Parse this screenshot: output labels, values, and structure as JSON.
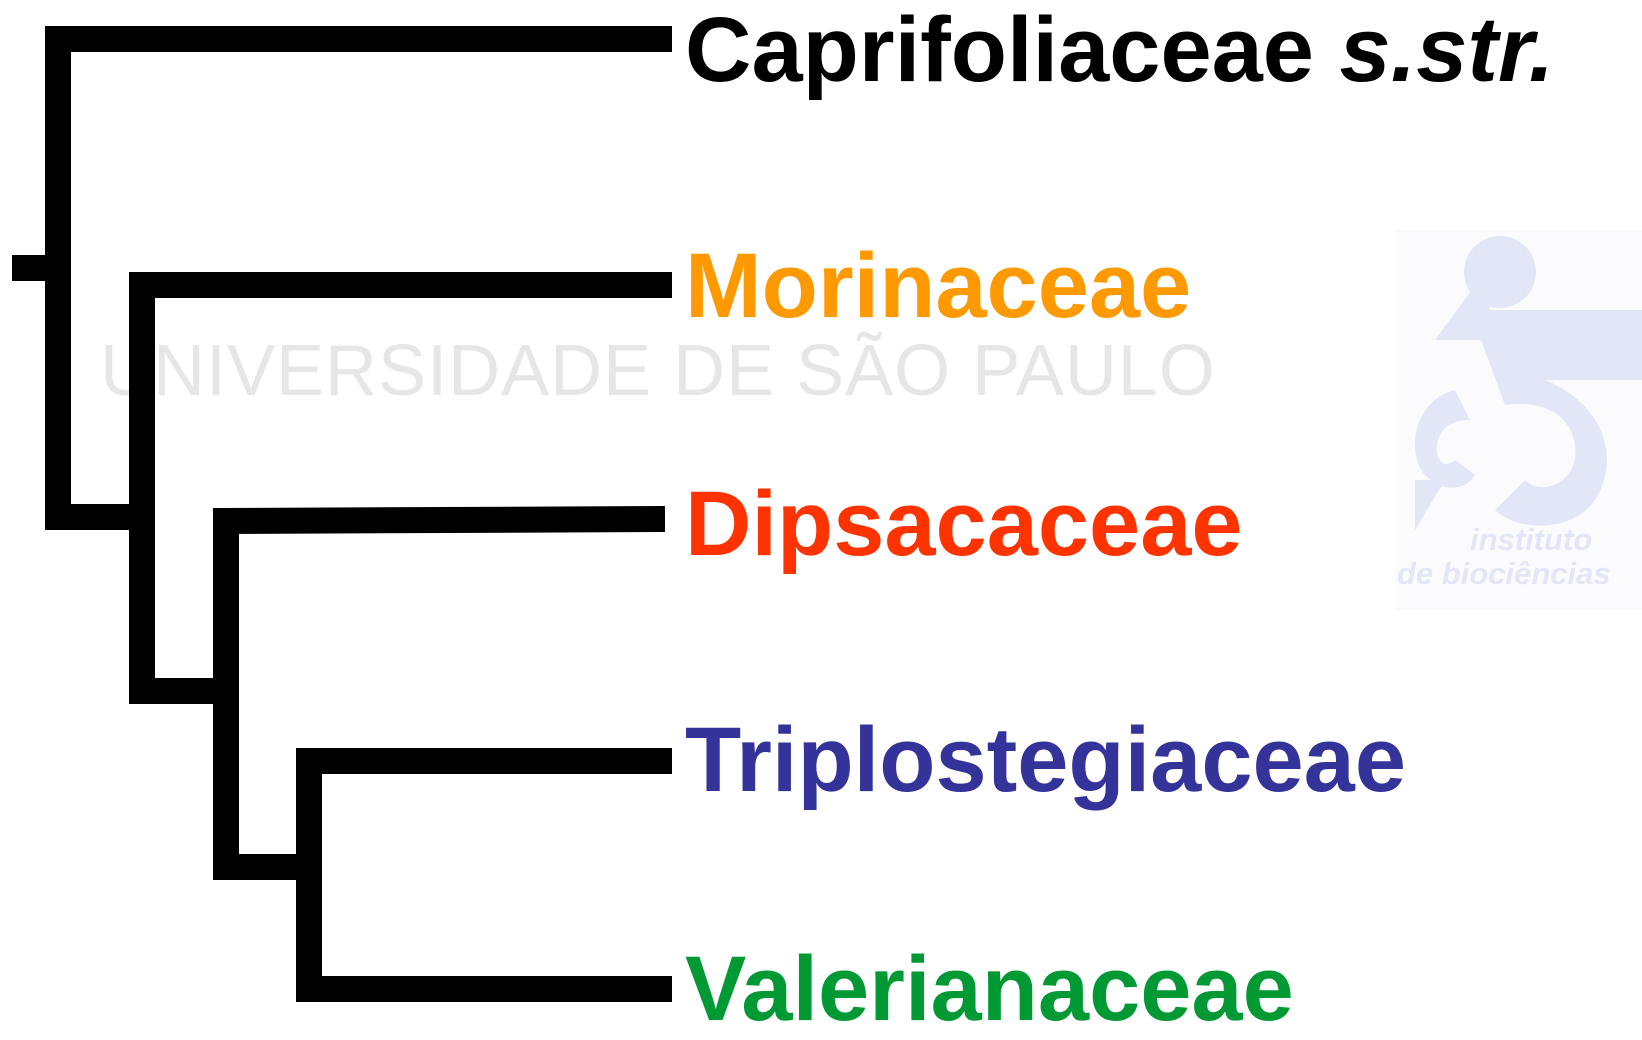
{
  "watermark": {
    "text": "UNIVERSIDADE DE SÃO PAULO",
    "logo_line1": "instituto",
    "logo_line2": "de biociências",
    "logo_color": "#e2e6f6"
  },
  "tree": {
    "branch_color": "#000000",
    "taxa": [
      {
        "name": "Caprifoliaceae",
        "qualifier": "s.str.",
        "color": "#000000"
      },
      {
        "name": "Morinaceae",
        "qualifier": "",
        "color": "#ff9900"
      },
      {
        "name": "Dipsacaceae",
        "qualifier": "",
        "color": "#ff3300"
      },
      {
        "name": "Triplostegiaceae",
        "qualifier": "",
        "color": "#333399"
      },
      {
        "name": "Valerianaceae",
        "qualifier": "",
        "color": "#009933"
      }
    ]
  }
}
